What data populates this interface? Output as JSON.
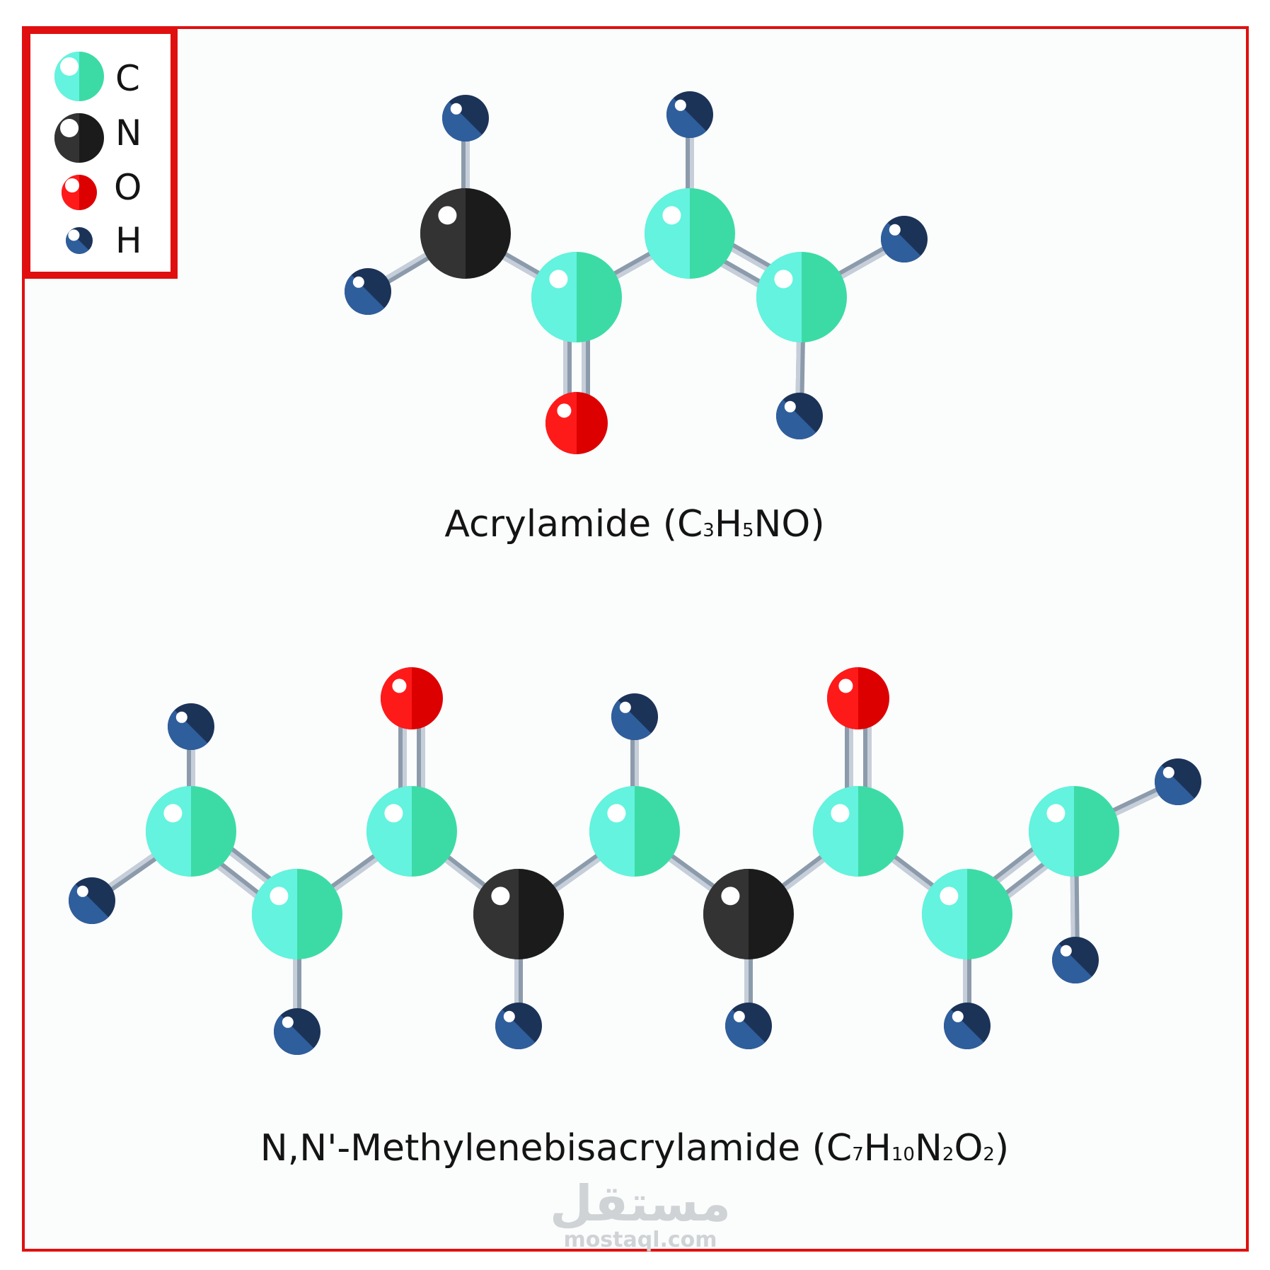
{
  "legend": {
    "items": [
      {
        "symbol": "C",
        "element": "carbon"
      },
      {
        "symbol": "N",
        "element": "nitrogen"
      },
      {
        "symbol": "O",
        "element": "oxygen"
      },
      {
        "symbol": "H",
        "element": "hydrogen"
      }
    ]
  },
  "colors": {
    "frame": "#e01010",
    "panel": "#fbfdfd",
    "carbon": [
      "#63f3df",
      "#3cdba6"
    ],
    "nitrogen": [
      "#333333",
      "#1b1b1b"
    ],
    "oxygen": [
      "#ff1a1a",
      "#dd0000"
    ],
    "hydrogen": [
      "#2f5e9c",
      "#1c3358"
    ],
    "bond": [
      "#c6ced9",
      "#8c9bab"
    ]
  },
  "molecules": [
    {
      "name": "acrylamide",
      "caption": {
        "text": "Acrylamide (",
        "formula": [
          [
            "C",
            "3"
          ],
          [
            "H",
            "5"
          ],
          [
            "N",
            ""
          ],
          [
            "O",
            ""
          ]
        ],
        "close": ")"
      }
    },
    {
      "name": "n-n-methylenebisacrylamide",
      "caption": {
        "text": "N,N'-Methylenebisacrylamide (",
        "formula": [
          [
            "C",
            "7"
          ],
          [
            "H",
            "10"
          ],
          [
            "N",
            "2"
          ],
          [
            "O",
            "2"
          ]
        ],
        "close": ")"
      }
    }
  ],
  "watermark": {
    "arabic": "مستقل",
    "url": "mostaql.com"
  }
}
